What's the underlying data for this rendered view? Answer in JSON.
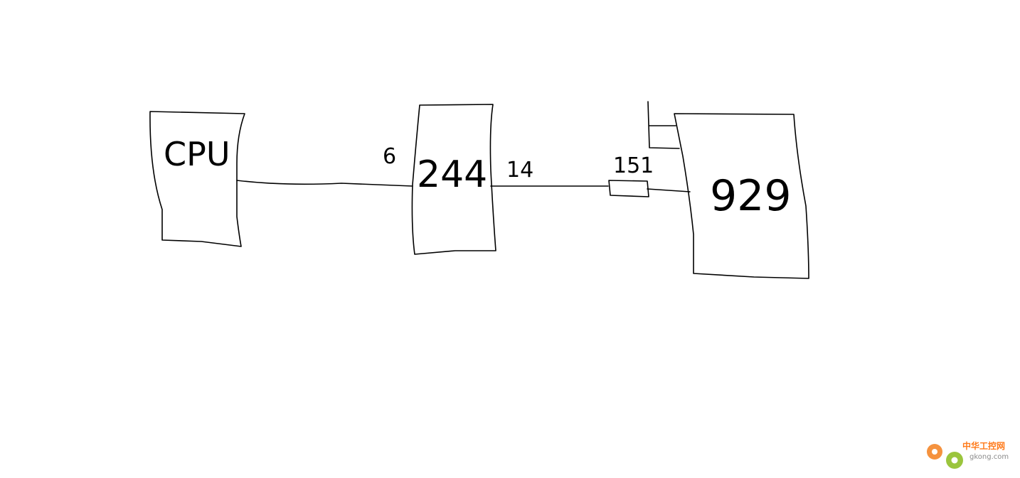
{
  "diagram": {
    "blocks": [
      {
        "id": "cpu",
        "label": "CPU"
      },
      {
        "id": "module-244",
        "label": "244"
      },
      {
        "id": "module-929",
        "label": "929"
      }
    ],
    "connections": [
      {
        "from": "cpu",
        "to": "module-244",
        "label": "6"
      },
      {
        "from": "module-244",
        "to": "module-929",
        "label": "14"
      }
    ],
    "components": [
      {
        "id": "resistor",
        "label": "151"
      }
    ]
  },
  "watermark": {
    "text": "中华工控网",
    "subtext": "gkong.com",
    "colors": {
      "gear_orange": "#f5923e",
      "gear_green": "#9bc53d",
      "text": "#ff7a1a"
    }
  }
}
